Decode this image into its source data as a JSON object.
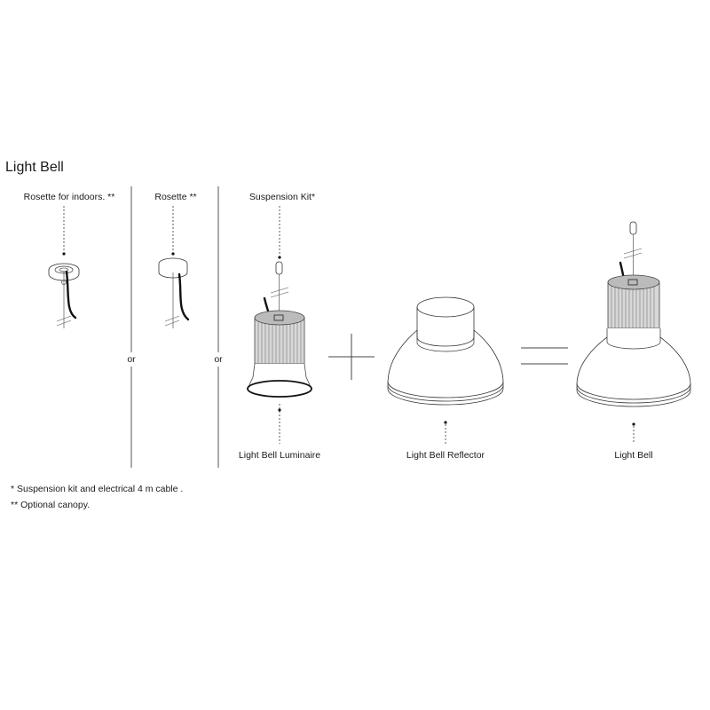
{
  "title": "Light Bell",
  "options": {
    "rosette_indoors": "Rosette for indoors. **",
    "rosette": "Rosette **",
    "suspension_kit": "Suspension Kit*",
    "or_1": "or",
    "or_2": "or"
  },
  "components": {
    "luminaire": "Light Bell Luminaire",
    "reflector": "Light Bell Reflector",
    "result": "Light Bell"
  },
  "operators": {
    "plus": "+",
    "equals": "="
  },
  "notes": [
    "* Suspension kit and electrical 4 m cable .",
    "** Optional canopy."
  ]
}
